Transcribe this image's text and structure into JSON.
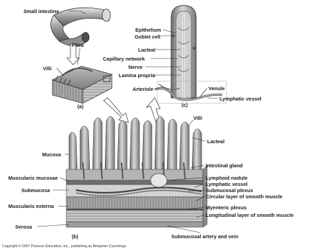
{
  "labels": {
    "small_intestine": "Small intestine",
    "plica": "Plica",
    "villi_a": "Villi",
    "panel_a": "(a)",
    "epithelium": "Epithelium",
    "goblet_cell": "Goblet cell",
    "lacteal_c": "Lacteal",
    "capillary_network": "Capillary network",
    "nerve": "Nerve",
    "lamina_propria": "Lamina propria",
    "arteriole": "Arteriole",
    "venule": "Venule",
    "lymphatic_vessel_c": "Lymphatic vessel",
    "panel_c": "(c)",
    "villi_b": "Villi",
    "lacteal_b": "Lacteal",
    "mucosa": "Mucosa",
    "intestinal_gland": "Intestinal gland",
    "muscularis_mucosae": "Muscularis mucosae",
    "lymphoid_nodule": "Lymphoid nodule",
    "lymphatic_vessel_b": "Lymphatic vessel",
    "submucosa": "Submucosa",
    "submucosal_plexus": "Submucosal plexus",
    "circular_layer": "Circular layer of smooth muscle",
    "muscularis_externa": "Muscularis externa",
    "myenteric_plexus": "Myenteric plexus",
    "longitudinal_layer": "Longitudinal layer of smooth muscle",
    "serosa": "Serosa",
    "panel_b": "(b)",
    "submucosal_artery_vein": "Submucosal artery and vein"
  },
  "copyright": "Copyright © 2007 Pearson Education, Inc., publishing as Benjamin Cummings"
}
